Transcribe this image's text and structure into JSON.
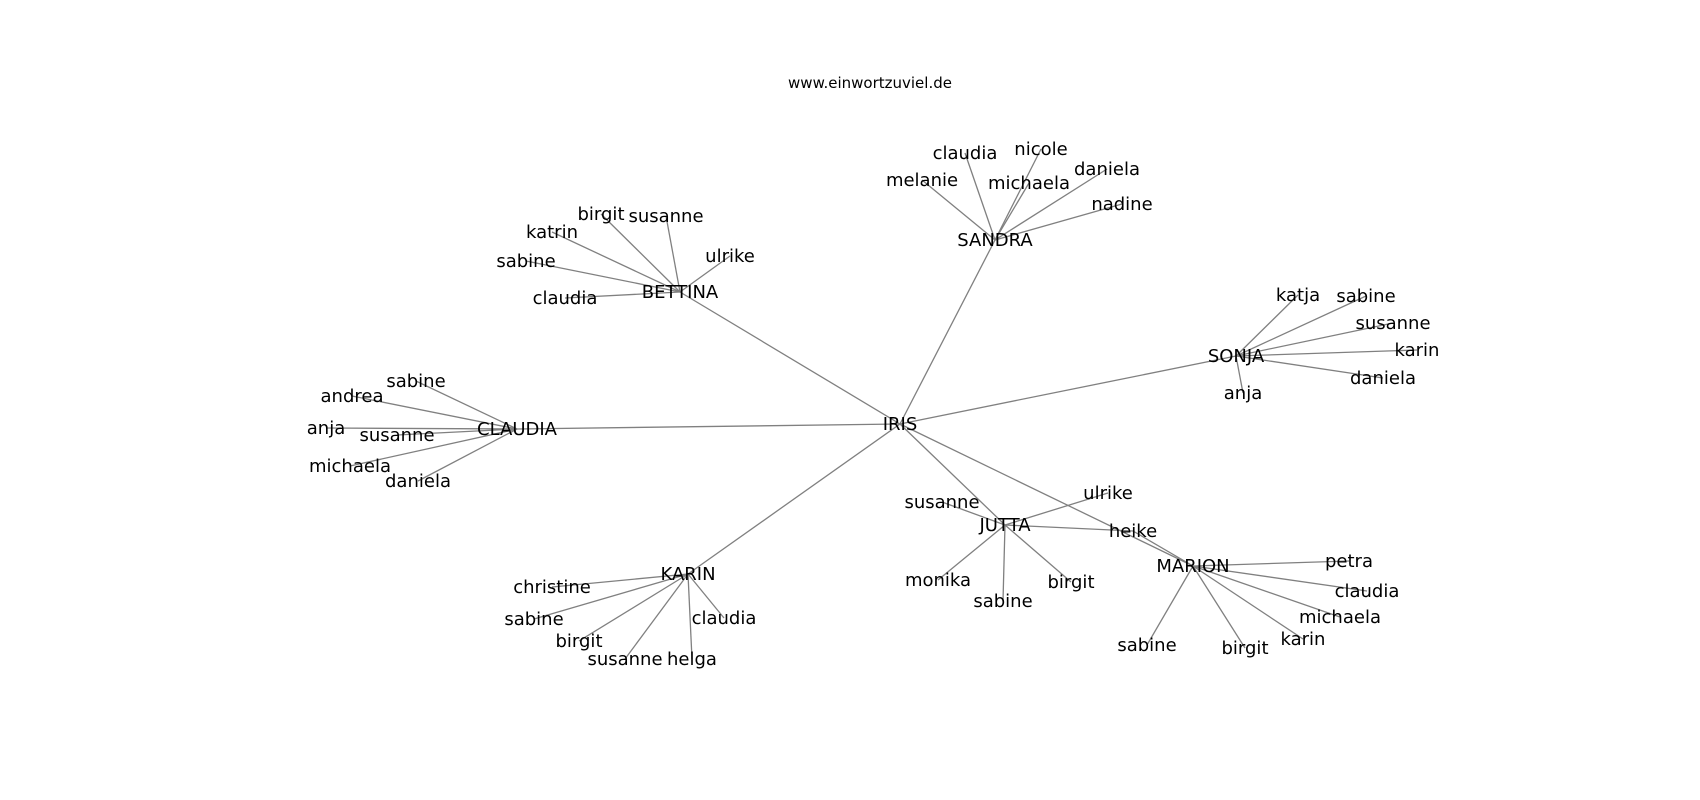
{
  "caption": "www.einwortzuviel.de",
  "graph": {
    "nodes": [
      {
        "id": "iris",
        "label": "IRIS"
      },
      {
        "id": "sandra",
        "label": "SANDRA"
      },
      {
        "id": "bettina",
        "label": "BETTINA"
      },
      {
        "id": "sonja",
        "label": "SONJA"
      },
      {
        "id": "claudia_hub",
        "label": "CLAUDIA"
      },
      {
        "id": "karin_hub",
        "label": "KARIN"
      },
      {
        "id": "jutta",
        "label": "JUTTA"
      },
      {
        "id": "marion",
        "label": "MARION"
      },
      {
        "id": "heike",
        "label": "heike"
      },
      {
        "id": "s_claudia",
        "label": "claudia"
      },
      {
        "id": "s_nicole",
        "label": "nicole"
      },
      {
        "id": "s_melanie",
        "label": "melanie"
      },
      {
        "id": "s_michaela",
        "label": "michaela"
      },
      {
        "id": "s_daniela",
        "label": "daniela"
      },
      {
        "id": "s_nadine",
        "label": "nadine"
      },
      {
        "id": "b_birgit",
        "label": "birgit"
      },
      {
        "id": "b_susanne",
        "label": "susanne"
      },
      {
        "id": "b_katrin",
        "label": "katrin"
      },
      {
        "id": "b_ulrike",
        "label": "ulrike"
      },
      {
        "id": "b_sabine",
        "label": "sabine"
      },
      {
        "id": "b_claudia",
        "label": "claudia"
      },
      {
        "id": "so_katja",
        "label": "katja"
      },
      {
        "id": "so_sabine",
        "label": "sabine"
      },
      {
        "id": "so_susanne",
        "label": "susanne"
      },
      {
        "id": "so_karin",
        "label": "karin"
      },
      {
        "id": "so_daniela",
        "label": "daniela"
      },
      {
        "id": "so_anja",
        "label": "anja"
      },
      {
        "id": "c_sabine",
        "label": "sabine"
      },
      {
        "id": "c_andrea",
        "label": "andrea"
      },
      {
        "id": "c_anja",
        "label": "anja"
      },
      {
        "id": "c_susanne",
        "label": "susanne"
      },
      {
        "id": "c_michaela",
        "label": "michaela"
      },
      {
        "id": "c_daniela",
        "label": "daniela"
      },
      {
        "id": "k_christine",
        "label": "christine"
      },
      {
        "id": "k_sabine",
        "label": "sabine"
      },
      {
        "id": "k_birgit",
        "label": "birgit"
      },
      {
        "id": "k_susanne",
        "label": "susanne"
      },
      {
        "id": "k_helga",
        "label": "helga"
      },
      {
        "id": "k_claudia",
        "label": "claudia"
      },
      {
        "id": "j_susanne",
        "label": "susanne"
      },
      {
        "id": "j_ulrike",
        "label": "ulrike"
      },
      {
        "id": "j_monika",
        "label": "monika"
      },
      {
        "id": "j_sabine",
        "label": "sabine"
      },
      {
        "id": "j_birgit",
        "label": "birgit"
      },
      {
        "id": "m_petra",
        "label": "petra"
      },
      {
        "id": "m_claudia",
        "label": "claudia"
      },
      {
        "id": "m_michaela",
        "label": "michaela"
      },
      {
        "id": "m_karin",
        "label": "karin"
      },
      {
        "id": "m_birgit",
        "label": "birgit"
      },
      {
        "id": "m_sabine",
        "label": "sabine"
      }
    ],
    "edges": [
      [
        "iris",
        "sandra"
      ],
      [
        "iris",
        "bettina"
      ],
      [
        "iris",
        "sonja"
      ],
      [
        "iris",
        "claudia_hub"
      ],
      [
        "iris",
        "karin_hub"
      ],
      [
        "iris",
        "jutta"
      ],
      [
        "iris",
        "marion"
      ],
      [
        "jutta",
        "heike"
      ],
      [
        "heike",
        "marion"
      ],
      [
        "sandra",
        "s_claudia"
      ],
      [
        "sandra",
        "s_nicole"
      ],
      [
        "sandra",
        "s_melanie"
      ],
      [
        "sandra",
        "s_michaela"
      ],
      [
        "sandra",
        "s_daniela"
      ],
      [
        "sandra",
        "s_nadine"
      ],
      [
        "bettina",
        "b_birgit"
      ],
      [
        "bettina",
        "b_susanne"
      ],
      [
        "bettina",
        "b_katrin"
      ],
      [
        "bettina",
        "b_ulrike"
      ],
      [
        "bettina",
        "b_sabine"
      ],
      [
        "bettina",
        "b_claudia"
      ],
      [
        "sonja",
        "so_katja"
      ],
      [
        "sonja",
        "so_sabine"
      ],
      [
        "sonja",
        "so_susanne"
      ],
      [
        "sonja",
        "so_karin"
      ],
      [
        "sonja",
        "so_daniela"
      ],
      [
        "sonja",
        "so_anja"
      ],
      [
        "claudia_hub",
        "c_sabine"
      ],
      [
        "claudia_hub",
        "c_andrea"
      ],
      [
        "claudia_hub",
        "c_anja"
      ],
      [
        "claudia_hub",
        "c_susanne"
      ],
      [
        "claudia_hub",
        "c_michaela"
      ],
      [
        "claudia_hub",
        "c_daniela"
      ],
      [
        "karin_hub",
        "k_christine"
      ],
      [
        "karin_hub",
        "k_sabine"
      ],
      [
        "karin_hub",
        "k_birgit"
      ],
      [
        "karin_hub",
        "k_susanne"
      ],
      [
        "karin_hub",
        "k_helga"
      ],
      [
        "karin_hub",
        "k_claudia"
      ],
      [
        "jutta",
        "j_susanne"
      ],
      [
        "jutta",
        "j_ulrike"
      ],
      [
        "jutta",
        "j_monika"
      ],
      [
        "jutta",
        "j_sabine"
      ],
      [
        "jutta",
        "j_birgit"
      ],
      [
        "marion",
        "m_petra"
      ],
      [
        "marion",
        "m_claudia"
      ],
      [
        "marion",
        "m_michaela"
      ],
      [
        "marion",
        "m_karin"
      ],
      [
        "marion",
        "m_birgit"
      ],
      [
        "marion",
        "m_sabine"
      ]
    ]
  },
  "colors": {
    "edge": "#808080",
    "text": "#000000",
    "background": "#ffffff"
  }
}
